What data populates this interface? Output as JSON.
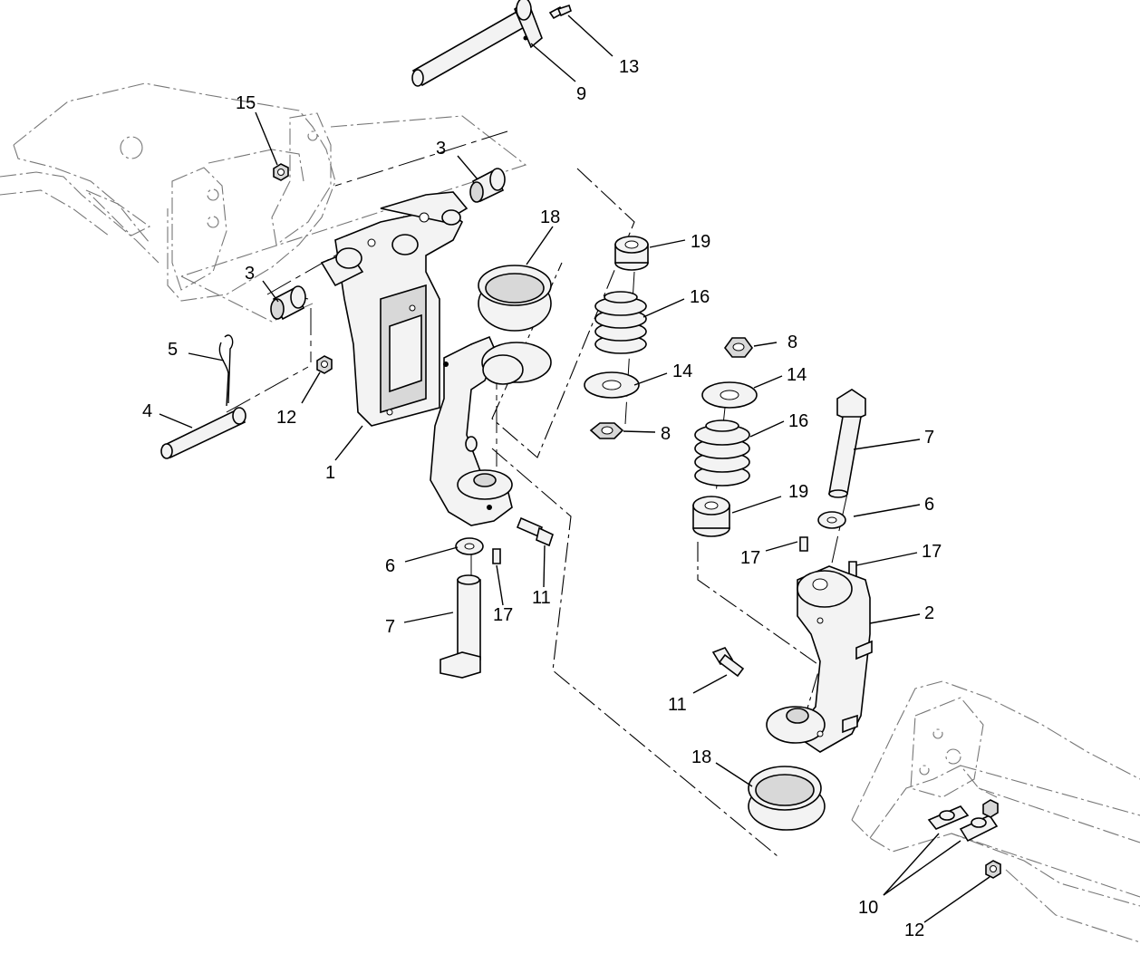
{
  "callouts": {
    "c1": "1",
    "c2": "2",
    "c3a": "3",
    "c3b": "3",
    "c4": "4",
    "c5": "5",
    "c6a": "6",
    "c6b": "6",
    "c7a": "7",
    "c7b": "7",
    "c8a": "8",
    "c8b": "8",
    "c9": "9",
    "c10": "10",
    "c11a": "11",
    "c11b": "11",
    "c12a": "12",
    "c12b": "12",
    "c13": "13",
    "c14a": "14",
    "c14b": "14",
    "c15": "15",
    "c16a": "16",
    "c16b": "16",
    "c17a": "17",
    "c17b": "17",
    "c17c": "17",
    "c18a": "18",
    "c18b": "18",
    "c19a": "19",
    "c19b": "19"
  },
  "colors": {
    "line": "#000000",
    "phantom_frame": "#777777",
    "part_fill": "#f3f3f3",
    "part_shade": "#d8d8d8"
  }
}
